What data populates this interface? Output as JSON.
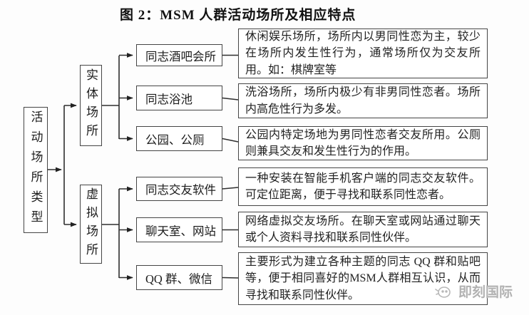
{
  "title": "图 2：MSM 人群活动场所及相应特点",
  "diagram": {
    "root": {
      "label": "活动场所类型"
    },
    "categories": [
      {
        "label": "实体场所"
      },
      {
        "label": "虚拟场所"
      }
    ],
    "venues": [
      {
        "label": "同志酒吧会所",
        "desc": "休闲娱乐场所，场所内以男同性恋为主，较少在场所内发生性行为，通常场所仅为交友所用。如：棋牌室等"
      },
      {
        "label": "同志浴池",
        "desc": "洗浴场所，场所内极少有非男同性恋者。场所内高危性行为多发。"
      },
      {
        "label": "公园、公厕",
        "desc": "公园内特定场地为男同性恋者交友所用。公厕则兼具交友和发生性行为的作用。"
      },
      {
        "label": "同志交友软件",
        "desc": "一种安装在智能手机客户端的同志交友软件。可定位距离，便于寻找和联系同性恋者。"
      },
      {
        "label": "聊天室、网站",
        "desc": "网络虚拟交友场所。在聊天室或网站通过聊天或个人资料寻找和联系同性伙伴。"
      },
      {
        "label": "QQ 群、微信",
        "desc": "主要形式为建立各种主题的同志 QQ 群和贴吧等，便于相同喜好的MSM人群相互认识，从而寻找和联系同性伙伴。"
      }
    ],
    "watermark": "即刻国际"
  },
  "colors": {
    "border": "#454545",
    "text": "#1f1f1f",
    "watermark": "#b2b2b2",
    "background": "#ffffff"
  }
}
